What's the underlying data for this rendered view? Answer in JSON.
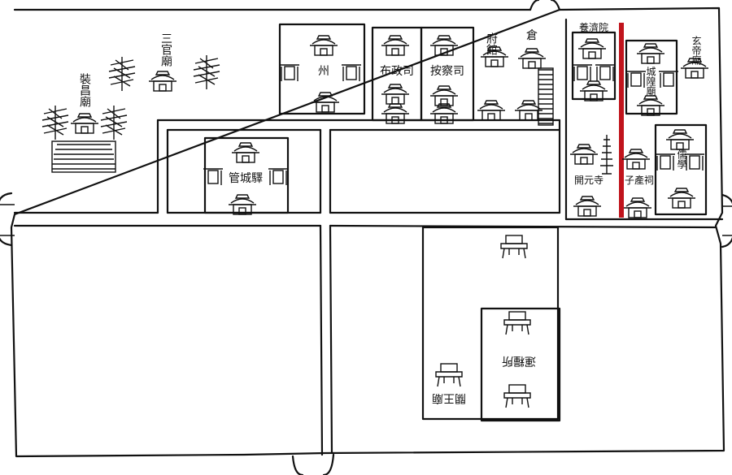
{
  "labels": {
    "sanguan_miao": "三官廟",
    "zhuchang_miao": "裝昌廟",
    "zhou": "州",
    "buzheng_si": "布政司",
    "ancha_si": "按察司",
    "fu_guan": "府館",
    "cang": "倉",
    "yangji_yuan": "養濟院",
    "xuandi_miao": "玄帝廟",
    "chenghuang_miao": "城隍廟",
    "guancheng_yi": "管城驛",
    "kaiyuan_si": "開元寺",
    "zichan_ci": "子產祠",
    "ru_xue": "儒學",
    "guanwang_miao": "關王廟",
    "yunhui_suo": "運糧所"
  },
  "highlight": {
    "color": "#c0141c",
    "meaning": "red-vertical-marker"
  },
  "ink_color": "#111111",
  "paper_color": "#ffffff"
}
